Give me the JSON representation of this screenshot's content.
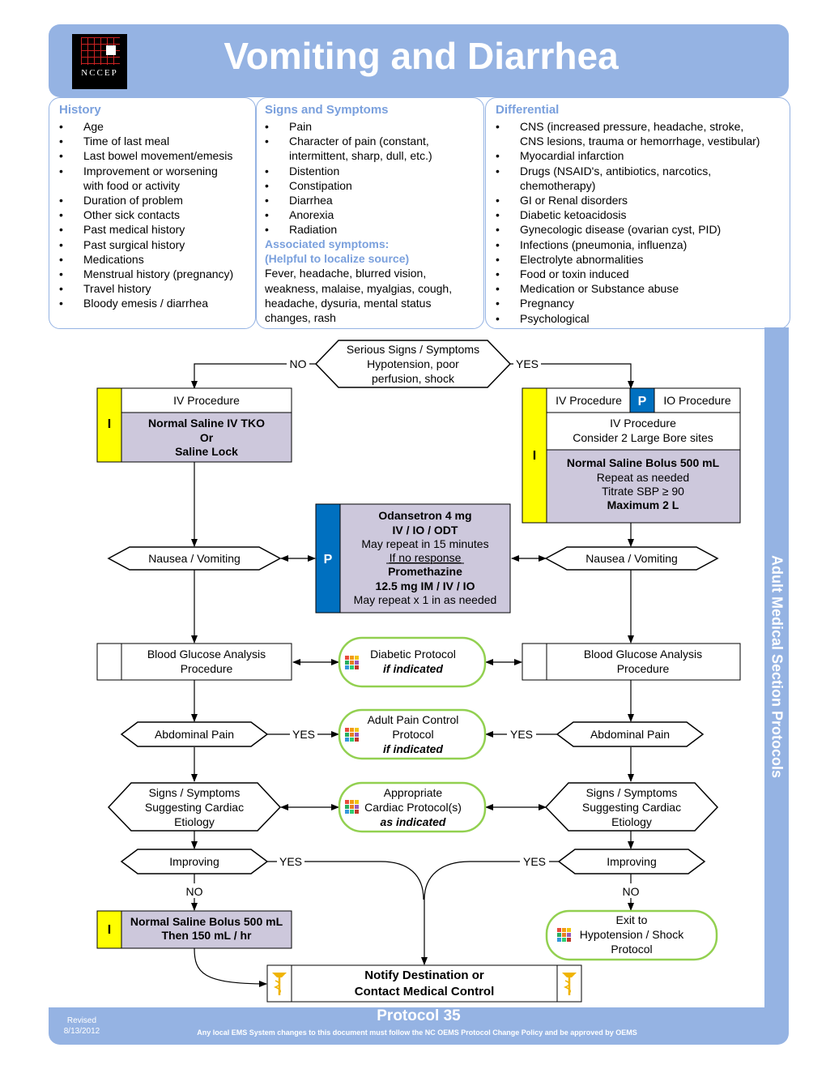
{
  "title": "Vomiting and Diarrhea",
  "logo_text": "NCCEP",
  "history": {
    "heading": "History",
    "items": [
      "Age",
      "Time of last meal",
      "Last bowel movement/emesis",
      "Improvement or worsening",
      "with food or activity",
      "Duration of problem",
      "Other sick contacts",
      "Past medical history",
      "Past surgical history",
      "Medications",
      "Menstrual history (pregnancy)",
      "Travel history",
      "Bloody emesis / diarrhea"
    ]
  },
  "signs": {
    "heading": "Signs and Symptoms",
    "items": [
      "Pain",
      "Character of pain (constant,",
      "intermittent, sharp, dull, etc.)",
      "Distention",
      "Constipation",
      "Diarrhea",
      "Anorexia",
      "Radiation"
    ],
    "assoc_heading_1": "Associated symptoms:",
    "assoc_heading_2": "(Helpful to localize source)",
    "assoc_lines": [
      "Fever, headache, blurred vision,",
      "weakness, malaise, myalgias, cough,",
      "headache, dysuria, mental status",
      "changes, rash"
    ]
  },
  "differential": {
    "heading": "Differential",
    "items": [
      "CNS (increased pressure, headache, stroke,",
      "CNS lesions, trauma or hemorrhage, vestibular)",
      "Myocardial infarction",
      "Drugs (NSAID's, antibiotics, narcotics,",
      "chemotherapy)",
      "GI or Renal disorders",
      "Diabetic ketoacidosis",
      "Gynecologic disease (ovarian cyst, PID)",
      "Infections (pneumonia, influenza)",
      "Electrolyte abnormalities",
      "Food or toxin induced",
      "Medication or Substance abuse",
      "Pregnancy",
      "Psychological"
    ]
  },
  "sidebar": "Adult Medical Section Protocols",
  "flow": {
    "serious": [
      "Serious Signs / Symptoms",
      "Hypotension, poor",
      "perfusion, shock"
    ],
    "no": "NO",
    "yes": "YES",
    "left_iv": "IV Procedure",
    "left_saline": [
      "Normal Saline IV TKO",
      "Or",
      "Saline Lock"
    ],
    "level_i": "I",
    "level_p": "P",
    "right_iv": "IV Procedure",
    "right_io": "IO Procedure",
    "right_iv2": [
      "IV Procedure",
      "Consider 2 Large Bore sites"
    ],
    "right_bolus": [
      "Normal Saline Bolus 500 mL",
      "Repeat as needed",
      "Titrate SBP ≥ 90",
      "Maximum 2 L"
    ],
    "odan": [
      "Odansetron 4 mg",
      "IV / IO / ODT",
      "May repeat in 15 minutes",
      "If no response",
      "Promethazine",
      "12.5 mg IM / IV / IO",
      "May repeat x 1 in as needed"
    ],
    "nausea": "Nausea / Vomiting",
    "bga": [
      "Blood Glucose Analysis",
      "Procedure"
    ],
    "diabetic": [
      "Diabetic Protocol",
      "if indicated"
    ],
    "abd": "Abdominal Pain",
    "pain_ctrl": [
      "Adult Pain Control",
      "Protocol",
      "if indicated"
    ],
    "cardiac_sx": [
      "Signs / Symptoms",
      "Suggesting Cardiac",
      "Etiology"
    ],
    "cardiac_proto": [
      "Appropriate",
      "Cardiac Protocol(s)",
      "as indicated"
    ],
    "improving": "Improving",
    "left_bolus2": [
      "Normal Saline Bolus 500 mL",
      "Then 150 mL / hr"
    ],
    "exit": [
      "Exit to",
      "Hypotension / Shock",
      "Protocol"
    ],
    "notify": [
      "Notify Destination or",
      "Contact Medical Control"
    ]
  },
  "footer": {
    "revised": "Revised",
    "date": "8/13/2012",
    "protocol": "Protocol 35",
    "disclaimer": "Any local EMS System changes to this document must follow the NC OEMS Protocol Change Policy and be approved by OEMS"
  }
}
